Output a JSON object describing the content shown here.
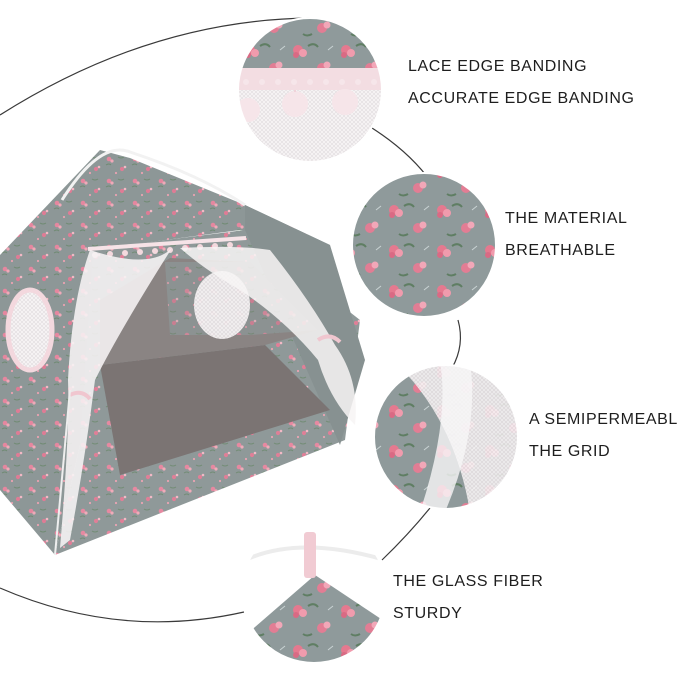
{
  "features": [
    {
      "icon": "lace-edge-detail-icon",
      "lines": [
        "LACE EDGE BANDING",
        "ACCURATE EDGE BANDING"
      ]
    },
    {
      "icon": "floral-fabric-detail-icon",
      "lines": [
        "THE MATERIAL",
        "BREATHABLE"
      ]
    },
    {
      "icon": "mesh-curtain-detail-icon",
      "lines": [
        "A SEMIPERMEABLE",
        "THE GRID"
      ]
    },
    {
      "icon": "fiberglass-pole-detail-icon",
      "lines": [
        "THE GLASS FIBER",
        "STURDY"
      ]
    }
  ],
  "colors": {
    "fabric": "#8a9494",
    "floral": "#e08aa0",
    "lace": "#f3dde2",
    "mesh": "#f4f1f2",
    "floor": "#7b7473",
    "arc": "#3a3a3a"
  }
}
